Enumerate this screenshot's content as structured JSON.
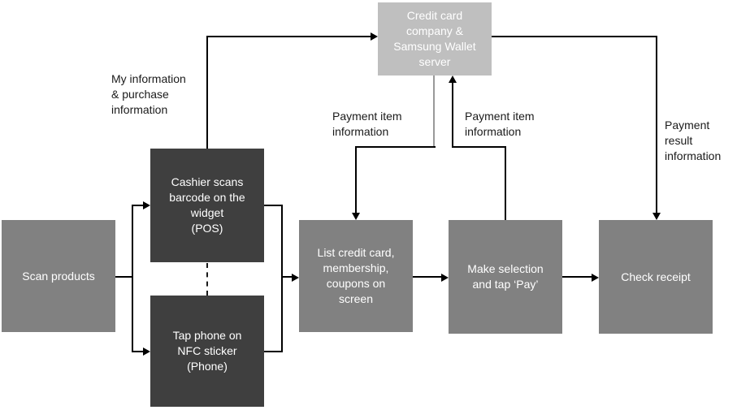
{
  "colors": {
    "box_dark": "#3f3f3f",
    "box_medium": "#818181",
    "box_light": "#bfbfbf",
    "connector": "#000000",
    "connector_gray": "#999999",
    "box_text": "#ffffff",
    "label_text": "#1a1a1a"
  },
  "boxes": {
    "scan_products": {
      "label": "Scan products"
    },
    "cashier_pos": {
      "label": "Cashier scans\nbarcode on the\nwidget\n(POS)"
    },
    "tap_phone": {
      "label": "Tap phone on\nNFC sticker\n(Phone)"
    },
    "list_items": {
      "label": "List credit card,\nmembership,\ncoupons on\nscreen"
    },
    "make_selection": {
      "label": "Make selection\nand tap ‘Pay’"
    },
    "check_receipt": {
      "label": "Check receipt"
    },
    "server": {
      "label": "Credit card\ncompany &\nSamsung Wallet\nserver"
    }
  },
  "edge_labels": {
    "my_information": "My information\n& purchase\ninformation",
    "payment_item_left": "Payment item\ninformation",
    "payment_item_right": "Payment item\ninformation",
    "payment_result": "Payment\nresult\ninformation"
  }
}
